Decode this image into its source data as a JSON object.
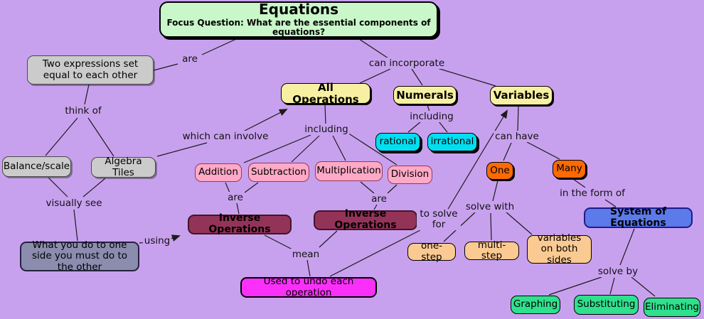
{
  "page": {
    "background_color": "#c8a1ee",
    "line_color": "#1c1c1c"
  },
  "title": {
    "heading": "Equations",
    "subheading": "Focus Question: What are the essential components of equations?",
    "fill_color": "#c9f7c9"
  },
  "concepts": {
    "two_expressions": "Two expressions set equal to each other",
    "balance_scale": "Balance/scale",
    "algebra_tiles": "Algebra Tiles",
    "all_operations": "All Operations",
    "numerals": "Numerals",
    "variables": "Variables",
    "rational": "rational",
    "irrational": "irrational",
    "addition": "Addition",
    "subtraction": "Subtraction",
    "multiplication": "Multiplication",
    "division": "Division",
    "inverse_operations_1": "Inverse Operations",
    "inverse_operations_2": "Inverse Operations",
    "one": "One",
    "many": "Many",
    "system_of_equations": "System of Equations",
    "one_step": "one-step",
    "multi_step": "multi-step",
    "variables_on_both_sides": "variables on both sides",
    "used_to_undo": "Used to undo each operation",
    "what_you_do": "What you do to one side you must do to the other",
    "graphing": "Graphing",
    "substituting": "Substituting",
    "eliminating": "Eliminating"
  },
  "links": {
    "are_top": "are",
    "can_incorporate": "can incorporate",
    "think_of": "think of",
    "which_can_involve": "which can involve",
    "including_operations": "including",
    "including_numerals": "including",
    "can_have": "can have",
    "visually_see": "visually see",
    "are_addsub": "are",
    "are_muldiv": "are",
    "to_solve_for": "to solve for",
    "solve_with": "solve with",
    "in_the_form_of": "in the form of",
    "using": "using",
    "mean": "mean",
    "solve_by": "solve by"
  },
  "colors": {
    "gray": "#cbcbcb",
    "yellow": "#f7f0a2",
    "cyan": "#00dff2",
    "pink": "#ffa9c6",
    "maroon": "#943358",
    "orange": "#fb6a05",
    "tan": "#fbca92",
    "magenta": "#fa30fa",
    "slate": "#8b8cae",
    "blue": "#5c7ae9",
    "mint_green": "#2fe08d",
    "title_green": "#c9f7c9"
  }
}
